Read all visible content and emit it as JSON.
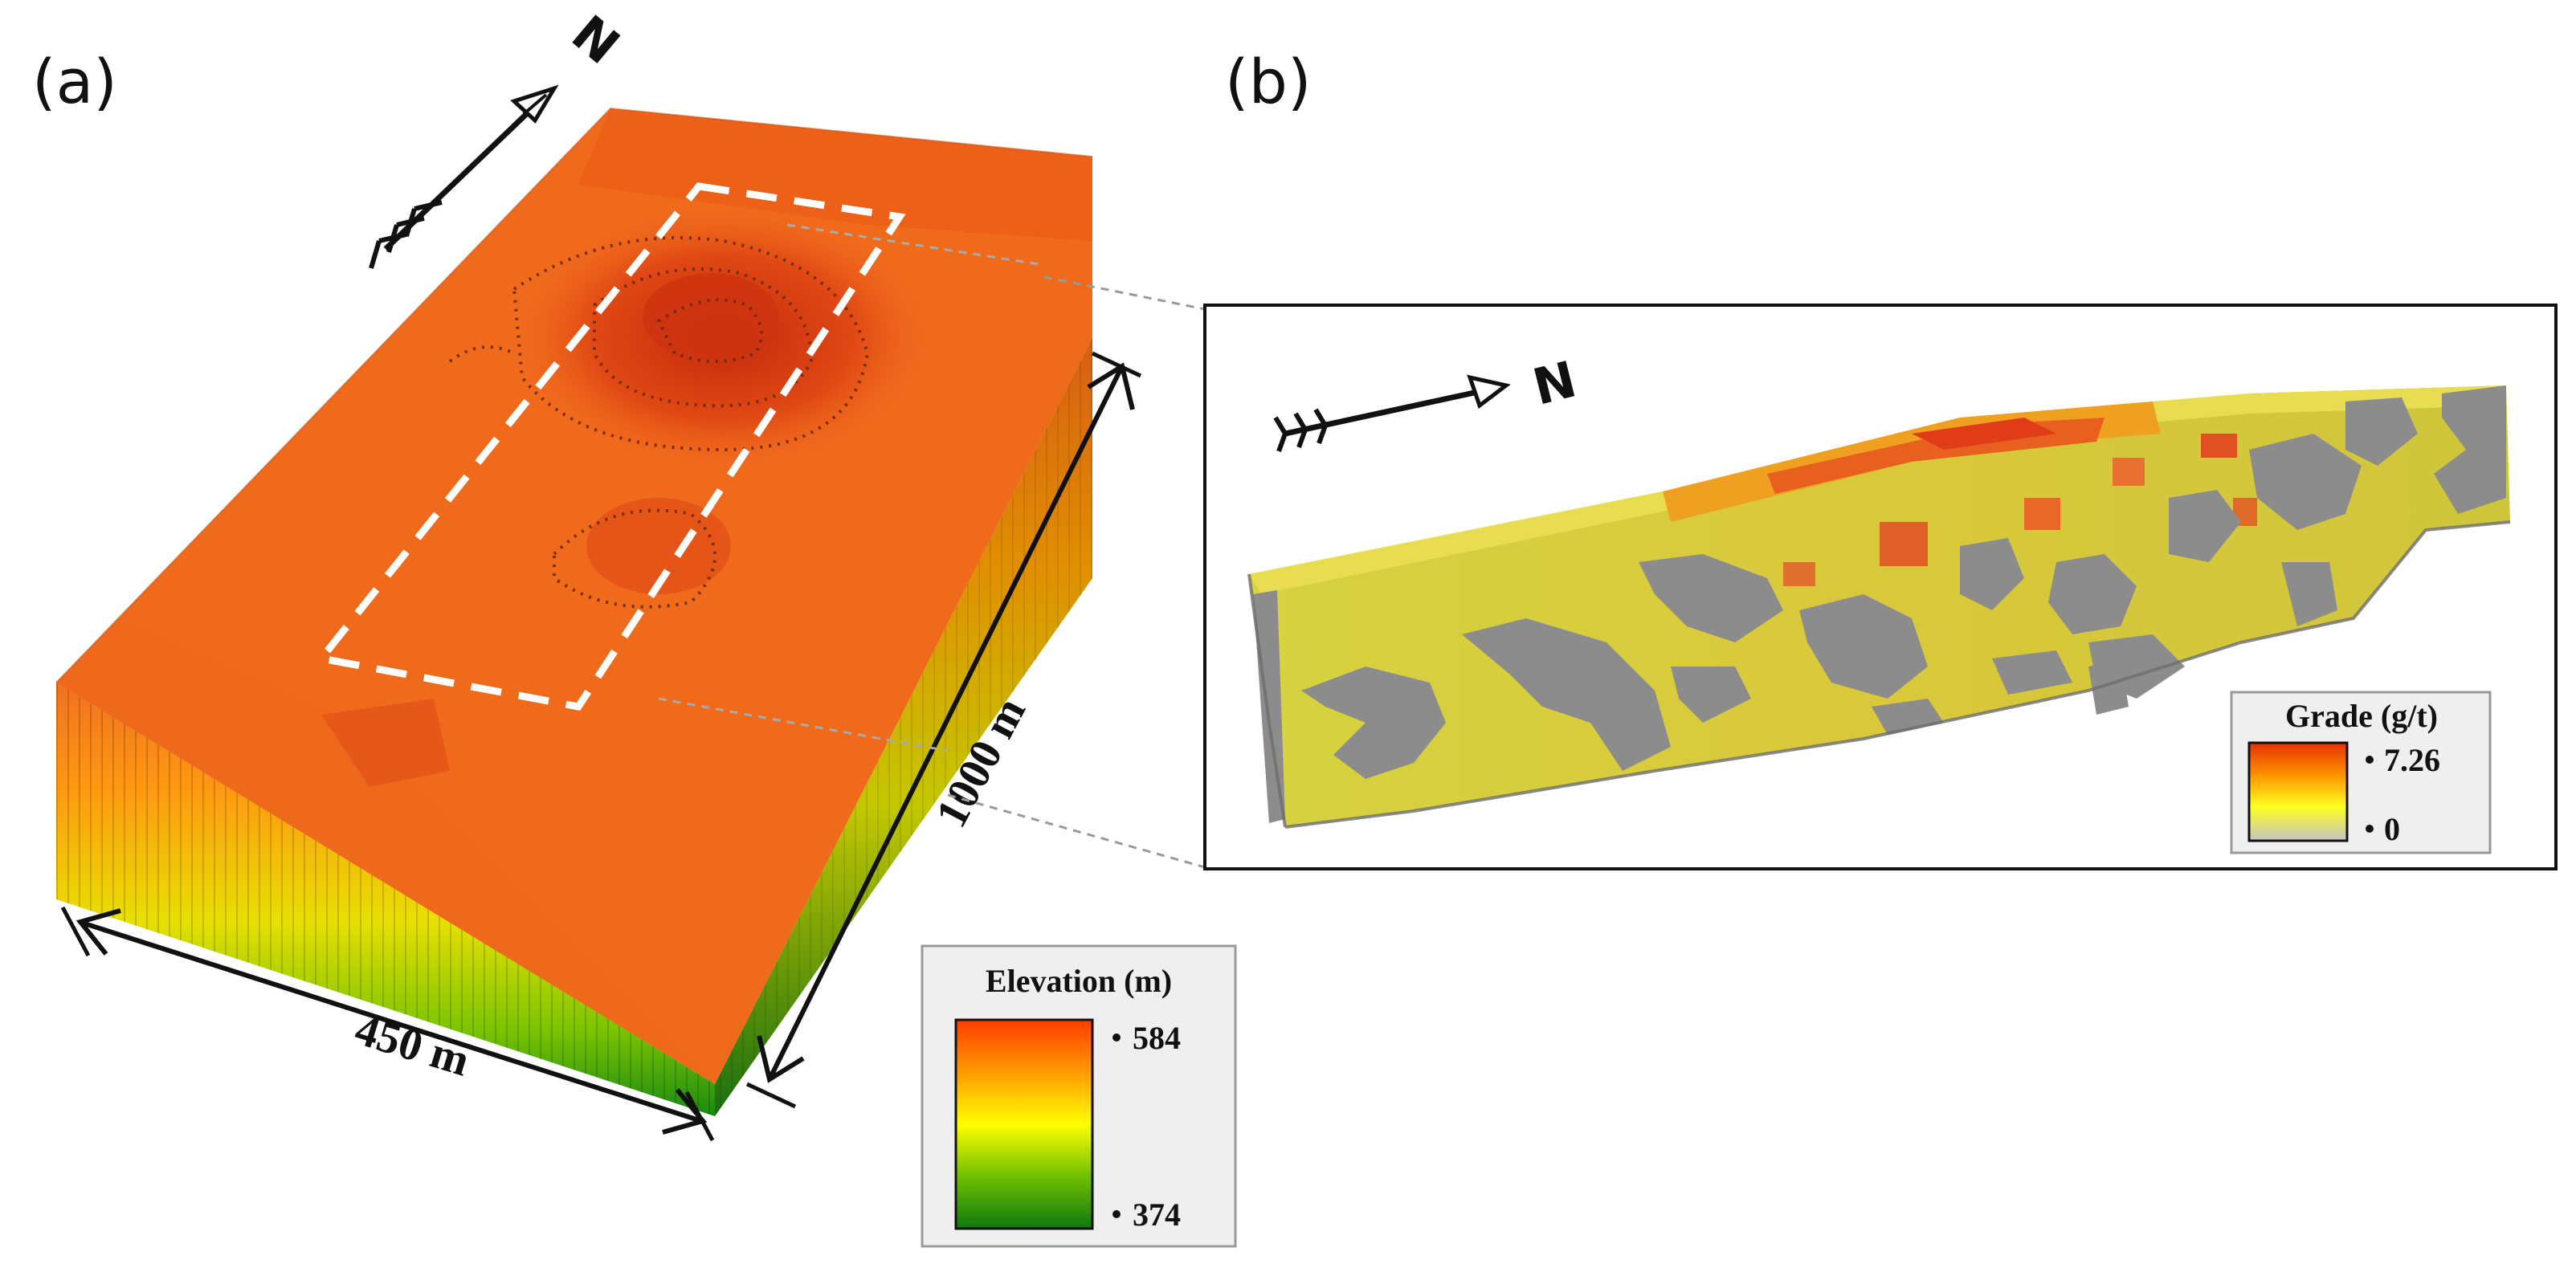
{
  "panel_a": {
    "label": "(a)",
    "north_label": "N",
    "width_label": "450 m",
    "length_label": "1000 m",
    "legend": {
      "title": "Elevation (m)",
      "max_label": "584",
      "min_label": "374",
      "colors": [
        "#ff4a00",
        "#ff9a00",
        "#ffff00",
        "#6fbf00",
        "#107a10"
      ]
    },
    "top_surface_color": "#f06a1c",
    "peak_color": "#d83212"
  },
  "panel_b": {
    "label": "(b)",
    "north_label": "N",
    "legend": {
      "title": "Grade (g/t)",
      "max_label": "7.26",
      "min_label": "0",
      "colors": [
        "#e63a00",
        "#ff9000",
        "#ffff00",
        "#c8c8c8"
      ]
    },
    "ore_body_color": "#d4cc3a",
    "void_color": "#8a8a8a"
  }
}
